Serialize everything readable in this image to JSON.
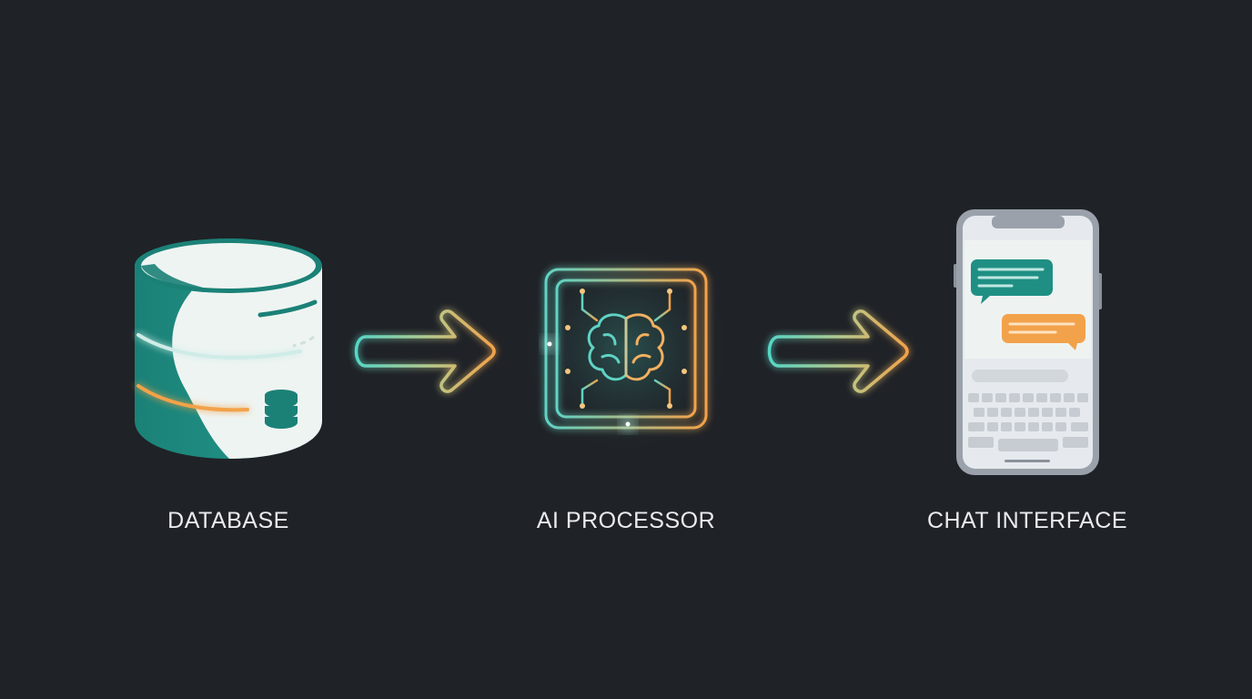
{
  "colors": {
    "background": "#1f2227",
    "teal": "#1f8f83",
    "teal_glow": "#56d6c6",
    "orange": "#f2a24a",
    "panel_light": "#eef4f2",
    "label_text": "#e9ebee",
    "phone_frame": "#9aa1aa"
  },
  "nodes": [
    {
      "id": "database",
      "label": "DATABASE",
      "icon": "database-cylinder-icon"
    },
    {
      "id": "ai_processor",
      "label": "AI PROCESSOR",
      "icon": "brain-chip-icon"
    },
    {
      "id": "chat_interface",
      "label": "CHAT INTERFACE",
      "icon": "smartphone-chat-icon"
    }
  ],
  "edges": [
    {
      "from": "database",
      "to": "ai_processor",
      "icon": "arrow-right-icon"
    },
    {
      "from": "ai_processor",
      "to": "chat_interface",
      "icon": "arrow-right-icon"
    }
  ]
}
